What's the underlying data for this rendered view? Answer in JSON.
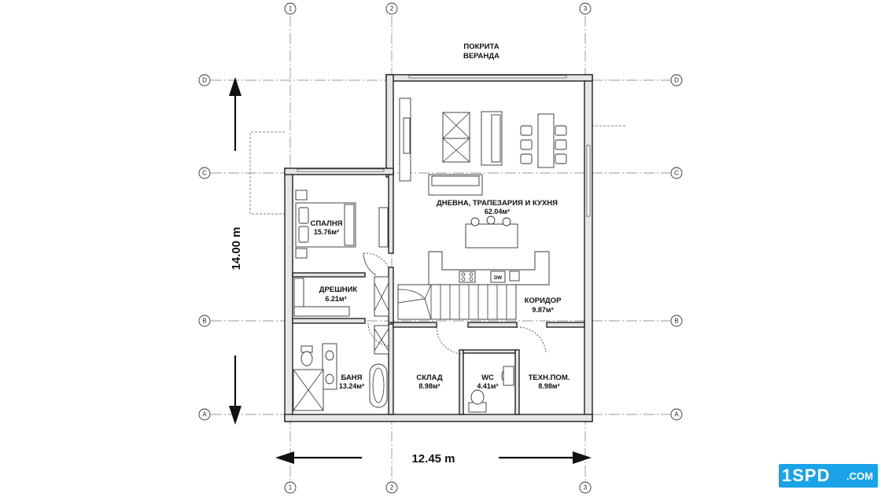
{
  "grid": {
    "columns": [
      "1",
      "2",
      "3"
    ],
    "rows": [
      "D",
      "C",
      "B",
      "A"
    ]
  },
  "dimensions": {
    "vertical": "14.00 m",
    "horizontal": "12.45 m"
  },
  "rooms": {
    "veranda_line1": "ПОКРИТА",
    "veranda_line2": "ВЕРАНДА",
    "living_name": "ДНЕВНА, ТРАПЕЗАРИЯ И КУХНЯ",
    "living_area": "62.04м²",
    "bedroom_name": "СПАЛНЯ",
    "bedroom_area": "15.76м²",
    "closet_name": "ДРЕШНИК",
    "closet_area": "6.21м²",
    "corridor_name": "КОРИДОР",
    "corridor_area": "9.87м²",
    "bath_name": "БАНЯ",
    "bath_area": "13.24м²",
    "storage_name": "СКЛАД",
    "storage_area": "8.98м²",
    "wc_name": "WC",
    "wc_area": "4.41м²",
    "tech_name": "ТЕХН.ПОМ.",
    "tech_area": "8.98м²"
  },
  "appliance": {
    "dishwasher": "DW"
  },
  "logo": {
    "left": "1SPD",
    "right": ".COM"
  }
}
